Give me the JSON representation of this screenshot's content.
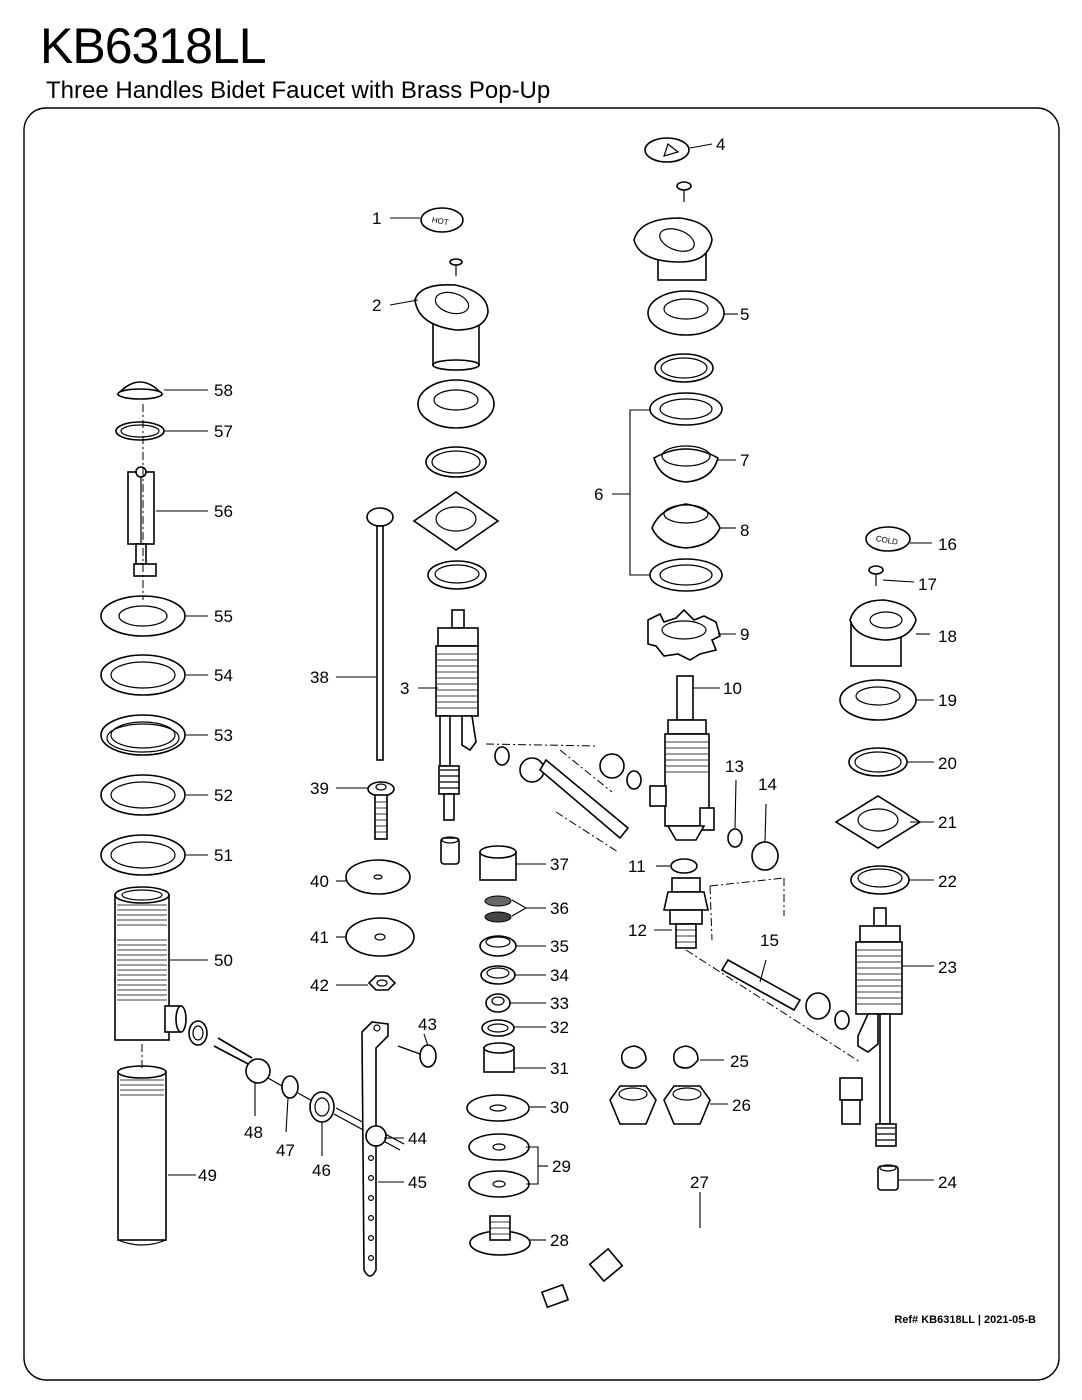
{
  "header": {
    "model": "KB6318LL",
    "description": "Three Handles Bidet Faucet with Brass Pop-Up"
  },
  "footer": {
    "ref_label": "Ref#",
    "ref_value": "KB6318LL | 2021-05-B"
  },
  "handle_caps": {
    "hot_text": "HOT",
    "cold_text": "COLD"
  },
  "callouts": [
    "1",
    "2",
    "3",
    "4",
    "5",
    "6",
    "7",
    "8",
    "9",
    "10",
    "11",
    "12",
    "13",
    "14",
    "15",
    "16",
    "17",
    "18",
    "19",
    "20",
    "21",
    "22",
    "23",
    "24",
    "25",
    "26",
    "27",
    "28",
    "29",
    "30",
    "31",
    "32",
    "33",
    "34",
    "35",
    "36",
    "37",
    "38",
    "39",
    "40",
    "41",
    "42",
    "43",
    "44",
    "45",
    "46",
    "47",
    "48",
    "49",
    "50",
    "51",
    "52",
    "53",
    "54",
    "55",
    "56",
    "57",
    "58"
  ]
}
